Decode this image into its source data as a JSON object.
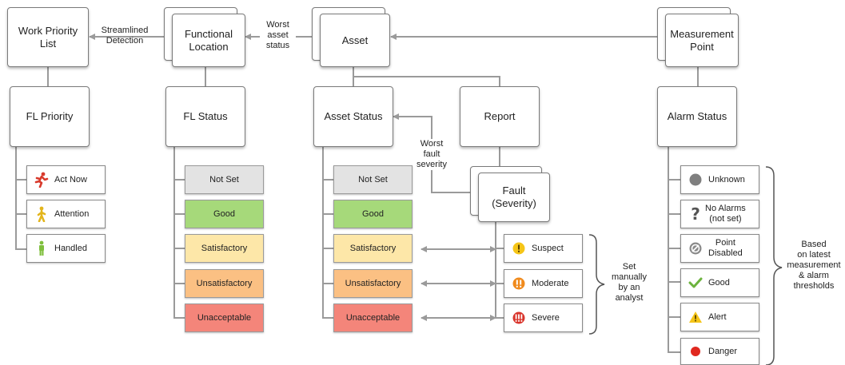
{
  "nodes": {
    "work_priority_list": "Work Priority\nList",
    "functional_location": "Functional\nLocation",
    "asset": "Asset",
    "measurement_point": "Measurement\nPoint",
    "fl_priority": "FL Priority",
    "fl_status": "FL Status",
    "asset_status": "Asset Status",
    "report": "Report",
    "alarm_status": "Alarm Status",
    "fault": "Fault\n(Severity)"
  },
  "edge_labels": {
    "streamlined_detection": "Streamlined\nDetection",
    "worst_asset_status": "Worst\nasset\nstatus",
    "worst_fault_severity": "Worst\nfault\nseverity"
  },
  "priority_items": [
    "Act Now",
    "Attention",
    "Handled"
  ],
  "status_levels": [
    "Not Set",
    "Good",
    "Satisfactory",
    "Unsatisfactory",
    "Unacceptable"
  ],
  "severity_items": [
    "Suspect",
    "Moderate",
    "Severe"
  ],
  "alarm_items": [
    "Unknown",
    "No Alarms\n(not set)",
    "Point\nDisabled",
    "Good",
    "Alert",
    "Danger"
  ],
  "notes": {
    "set_manually": "Set\nmanually\nby an\nanalyst",
    "based_on": "Based\non latest\nmeasurement\n& alarm\nthresholds"
  },
  "colors": {
    "not_set": "#e3e3e3",
    "good": "#a6d97a",
    "satisfactory": "#fde7a8",
    "unsatisfactory": "#fbc083",
    "unacceptable": "#f4857a",
    "line": "#9a9a9a"
  },
  "icons": {
    "act_now": "running-person-icon",
    "attention": "walking-person-icon",
    "handled": "standing-person-icon",
    "suspect": "exclamation-circle-icon",
    "moderate": "double-exclamation-circle-icon",
    "severe": "triple-exclamation-circle-icon",
    "unknown": "gray-circle-icon",
    "no_alarms": "question-mark-icon",
    "point_disabled": "disabled-circle-icon",
    "good": "checkmark-icon",
    "alert": "warning-triangle-icon",
    "danger": "red-circle-icon"
  }
}
